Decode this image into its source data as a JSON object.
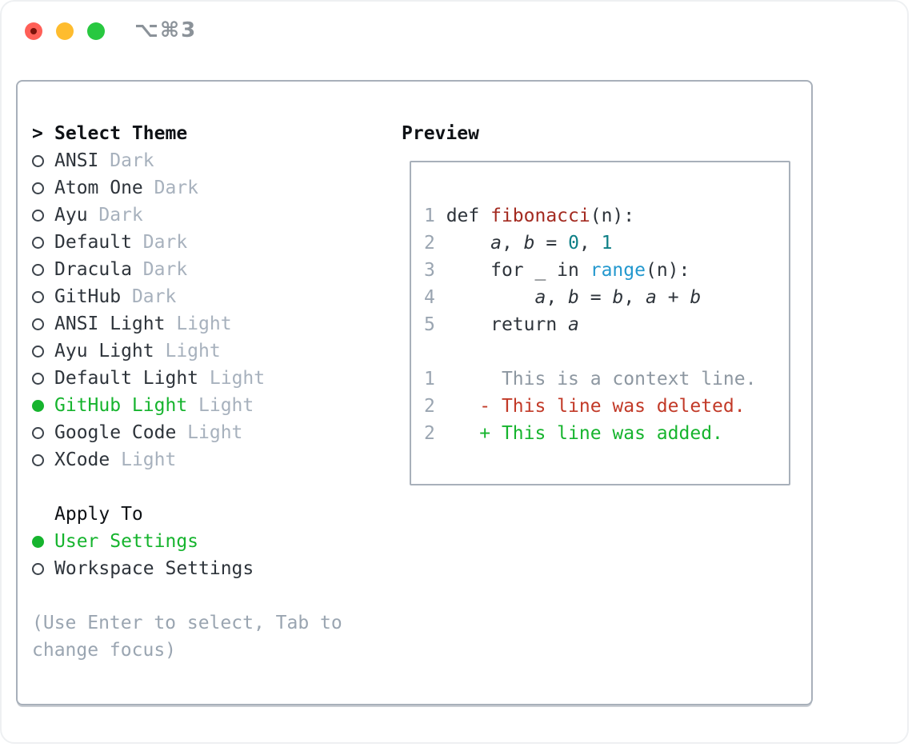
{
  "window": {
    "title": "⌥⌘3",
    "traffic_lights": [
      {
        "name": "close",
        "color": "#ff5f57"
      },
      {
        "name": "minimize",
        "color": "#febc2e"
      },
      {
        "name": "zoom",
        "color": "#28c840"
      }
    ]
  },
  "theme_list": {
    "caret": ">",
    "header": "Select Theme",
    "items": [
      {
        "name": "ANSI",
        "variant": "Dark",
        "selected": false
      },
      {
        "name": "Atom One",
        "variant": "Dark",
        "selected": false
      },
      {
        "name": "Ayu",
        "variant": "Dark",
        "selected": false
      },
      {
        "name": "Default",
        "variant": "Dark",
        "selected": false
      },
      {
        "name": "Dracula",
        "variant": "Dark",
        "selected": false
      },
      {
        "name": "GitHub",
        "variant": "Dark",
        "selected": false
      },
      {
        "name": "ANSI Light",
        "variant": "Light",
        "selected": false
      },
      {
        "name": "Ayu Light",
        "variant": "Light",
        "selected": false
      },
      {
        "name": "Default Light",
        "variant": "Light",
        "selected": false
      },
      {
        "name": "GitHub Light",
        "variant": "Light",
        "selected": true
      },
      {
        "name": "Google Code",
        "variant": "Light",
        "selected": false
      },
      {
        "name": "XCode",
        "variant": "Light",
        "selected": false
      }
    ]
  },
  "apply_to": {
    "header": "Apply To",
    "options": [
      {
        "label": "User Settings",
        "selected": true
      },
      {
        "label": "Workspace Settings",
        "selected": false
      }
    ]
  },
  "help_text": "(Use Enter to select, Tab to change focus)",
  "preview": {
    "header": "Preview",
    "code_lines": [
      {
        "kind": "code",
        "tokens": [
          {
            "t": "1 ",
            "c": "ln"
          },
          {
            "t": "def ",
            "c": "tx"
          },
          {
            "t": "fibonacci",
            "c": "fn"
          },
          {
            "t": "(n):",
            "c": "tx"
          }
        ]
      },
      {
        "kind": "code",
        "tokens": [
          {
            "t": "2 ",
            "c": "ln"
          },
          {
            "t": "    ",
            "c": "tx"
          },
          {
            "t": "a",
            "c": "var"
          },
          {
            "t": ", ",
            "c": "tx"
          },
          {
            "t": "b",
            "c": "var"
          },
          {
            "t": " = ",
            "c": "tx"
          },
          {
            "t": "0",
            "c": "num"
          },
          {
            "t": ", ",
            "c": "tx"
          },
          {
            "t": "1",
            "c": "num"
          }
        ]
      },
      {
        "kind": "code",
        "tokens": [
          {
            "t": "3 ",
            "c": "ln"
          },
          {
            "t": "    for _ in ",
            "c": "tx"
          },
          {
            "t": "range",
            "c": "call"
          },
          {
            "t": "(n):",
            "c": "tx"
          }
        ]
      },
      {
        "kind": "code",
        "tokens": [
          {
            "t": "4 ",
            "c": "ln"
          },
          {
            "t": "        ",
            "c": "tx"
          },
          {
            "t": "a",
            "c": "var"
          },
          {
            "t": ", ",
            "c": "tx"
          },
          {
            "t": "b",
            "c": "var"
          },
          {
            "t": " = ",
            "c": "tx"
          },
          {
            "t": "b",
            "c": "var"
          },
          {
            "t": ", ",
            "c": "tx"
          },
          {
            "t": "a",
            "c": "var"
          },
          {
            "t": " + ",
            "c": "tx"
          },
          {
            "t": "b",
            "c": "var"
          }
        ]
      },
      {
        "kind": "code",
        "tokens": [
          {
            "t": "5 ",
            "c": "ln"
          },
          {
            "t": "    return ",
            "c": "tx"
          },
          {
            "t": "a",
            "c": "var"
          }
        ]
      },
      {
        "kind": "blank",
        "tokens": []
      },
      {
        "kind": "context",
        "tokens": [
          {
            "t": "1",
            "c": "ln"
          },
          {
            "t": "      ",
            "c": "ctx"
          },
          {
            "t": "This is a context line.",
            "c": "ctx"
          }
        ]
      },
      {
        "kind": "deleted",
        "tokens": [
          {
            "t": "2",
            "c": "ln"
          },
          {
            "t": "    ",
            "c": "tx"
          },
          {
            "t": "- This line was deleted.",
            "c": "del"
          }
        ]
      },
      {
        "kind": "added",
        "tokens": [
          {
            "t": "2",
            "c": "ln"
          },
          {
            "t": "    ",
            "c": "tx"
          },
          {
            "t": "+ This line was added.",
            "c": "add"
          }
        ]
      }
    ]
  },
  "colors": {
    "accent_green": "#16b42e",
    "function_red": "#a32a20",
    "number_teal": "#0e7f86",
    "call_blue": "#2398ce",
    "deleted_red": "#c23a28",
    "added_green": "#16b42e",
    "muted_gray": "#a7b1bd",
    "border_gray": "#a8b0ba"
  }
}
